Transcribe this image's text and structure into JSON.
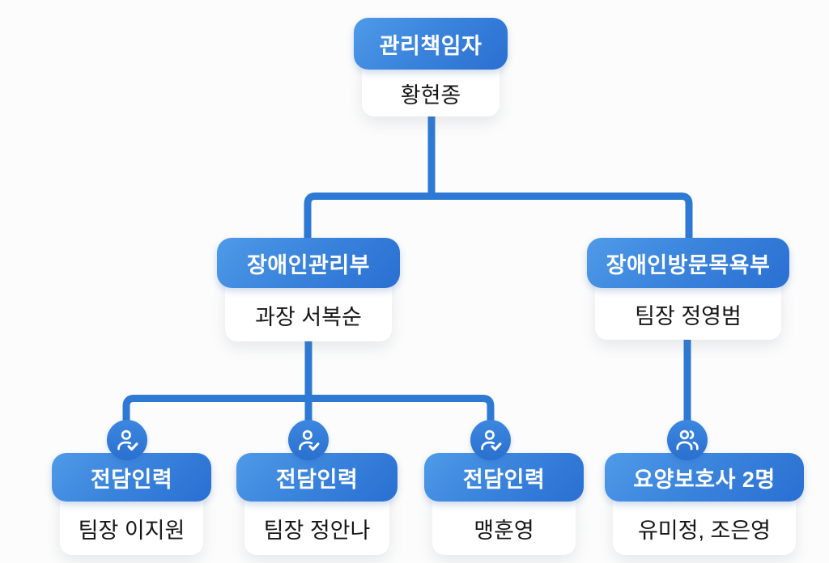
{
  "page": {
    "background_color": "#fcfcfc",
    "type": "organization-chart"
  },
  "palette": {
    "header_gradient_start": "#4f9ae8",
    "header_gradient_end": "#2a6fd2",
    "connector_color": "#2e79d4",
    "badge_color": "#2f7bd6",
    "header_text_color": "#ffffff",
    "body_text_color": "#161616",
    "card_color": "#ffffff"
  },
  "org": {
    "root": {
      "title": "관리책임자",
      "name": "황현종"
    },
    "level2": [
      {
        "title": "장애인관리부",
        "name": "과장 서복순"
      },
      {
        "title": "장애인방문목욕부",
        "name": "팀장 정영범"
      }
    ],
    "level3": [
      {
        "title": "전담인력",
        "name": "팀장 이지원",
        "icon": "person-check-icon"
      },
      {
        "title": "전담인력",
        "name": "팀장 정안나",
        "icon": "person-check-icon"
      },
      {
        "title": "전담인력",
        "name": "맹훈영",
        "icon": "person-check-icon"
      },
      {
        "title": "요양보호사 2명",
        "name": "유미정, 조은영",
        "icon": "people-icon"
      }
    ]
  }
}
